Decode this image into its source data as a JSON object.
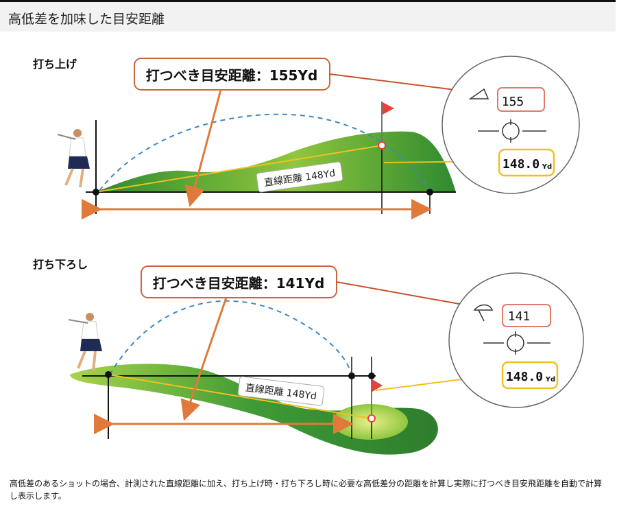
{
  "header": {
    "title": "高低差を加味した目安距離"
  },
  "uphill": {
    "label": "打ち上げ",
    "callout": "打つべき目安距離：155Yd",
    "straight_label": "直線距離 148Yd",
    "display_top": "155",
    "display_bottom": "148.0",
    "display_unit": "Yd"
  },
  "downhill": {
    "label": "打ち下ろし",
    "callout": "打つべき目安距離：141Yd",
    "straight_label": "直線距離 148Yd",
    "display_top": "141",
    "display_bottom": "148.0",
    "display_unit": "Yd"
  },
  "colors": {
    "callout_border": "#c8663a",
    "arrow": "#e07a3a",
    "yellow_line": "#f0c020",
    "green_light": "#a9d44a",
    "green_dark": "#2e8b2e",
    "trajectory": "#3a87c8",
    "flag": "#e8403a"
  },
  "footer": {
    "text": "高低差のあるショットの場合、計測された直線距離に加え、打ち上げ時・打ち下ろし時に必要な高低差分の距離を計算し実際に打つべき目安飛距離を自動で計算し表示します。"
  }
}
